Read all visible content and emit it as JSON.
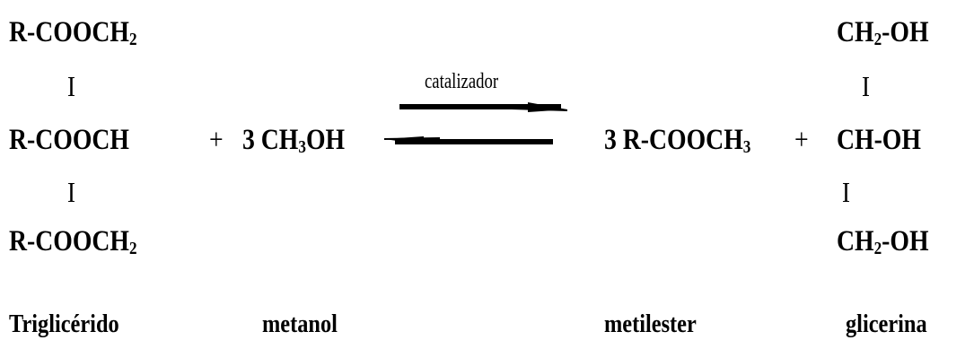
{
  "triglyceride": {
    "line1_main": "R-COOCH",
    "line1_sub": "2",
    "bar1": "I",
    "line2": "R-COOCH",
    "bar2": "I",
    "line3_main": "R-COOCH",
    "line3_sub": "2",
    "name": "Triglicérido"
  },
  "methanol": {
    "plus": "+",
    "formula_a": "3 CH",
    "formula_sub": "3",
    "formula_b": "OH",
    "name": "metanol"
  },
  "reaction": {
    "catalyst": "catalizador",
    "arrow_type": "equilibrium"
  },
  "ester": {
    "formula_main": "3 R-COOCH",
    "formula_sub": "3",
    "plus": "+",
    "name": "metilester"
  },
  "glycerin": {
    "line1_a": "CH",
    "line1_sub": "2",
    "line1_b": "-OH",
    "bar1": "I",
    "line2": "CH-OH",
    "bar2": "I",
    "line3_a": "CH",
    "line3_sub": "2",
    "line3_b": "-OH",
    "name": "glicerina"
  },
  "colors": {
    "text": "#000000",
    "background": "#ffffff"
  }
}
